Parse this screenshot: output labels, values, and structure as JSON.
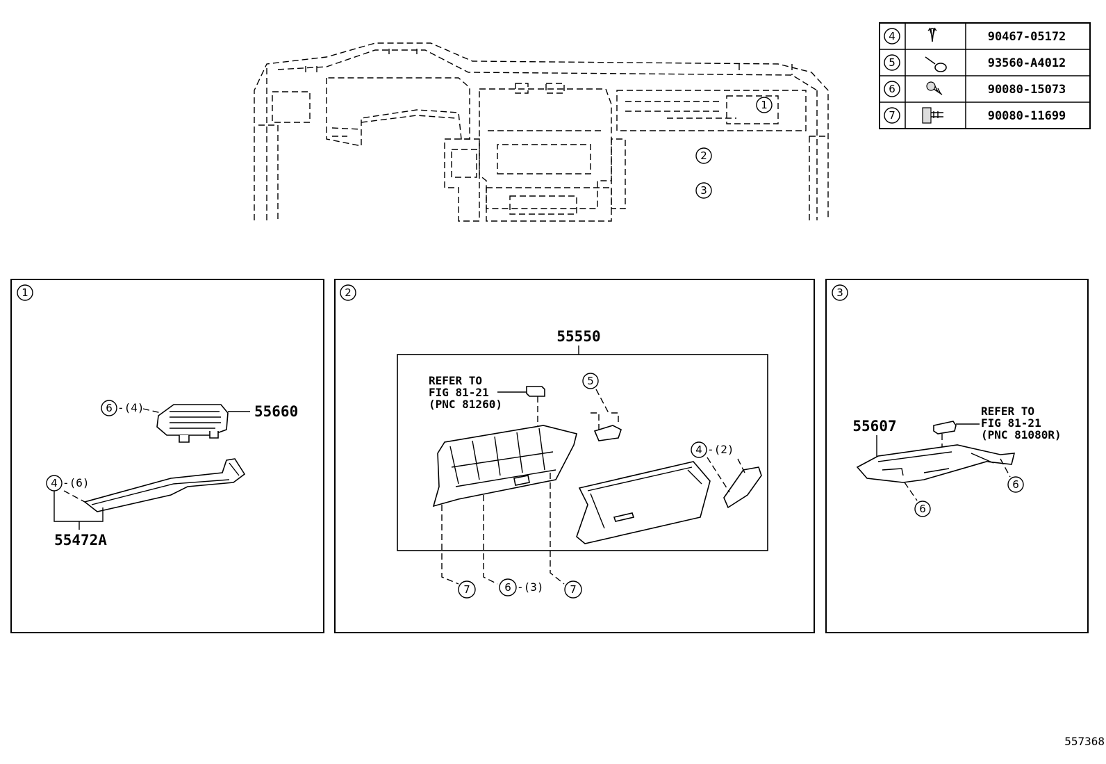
{
  "diagram_id": "557368",
  "legend": [
    {
      "ref": "4",
      "part_no": "90467-05172",
      "icon": "clip-icon"
    },
    {
      "ref": "5",
      "part_no": "93560-A4012",
      "icon": "pin-icon"
    },
    {
      "ref": "6",
      "part_no": "90080-15073",
      "icon": "screw-icon"
    },
    {
      "ref": "7",
      "part_no": "90080-11699",
      "icon": "bolt-icon"
    }
  ],
  "overview": {
    "callouts": [
      "1",
      "2",
      "3"
    ]
  },
  "panels": {
    "panel1": {
      "ref": "1",
      "parts": {
        "vent": "55660",
        "trim": "55472A"
      },
      "callouts": {
        "a_ref": "6",
        "a_qty": "-(4)",
        "b_ref": "4",
        "b_qty": "-(6)"
      }
    },
    "panel2": {
      "ref": "2",
      "assembly": "55550",
      "note": [
        "REFER TO",
        "FIG 81-21",
        "(PNC 81260)"
      ],
      "callouts": {
        "c5": "5",
        "c4": "4",
        "c4_qty": "-(2)",
        "c7a": "7",
        "c6": "6",
        "c6_qty": "-(3)",
        "c7b": "7"
      }
    },
    "panel3": {
      "ref": "3",
      "part": "55607",
      "note": [
        "REFER TO",
        "FIG 81-21",
        "(PNC 81080R)"
      ],
      "callouts": {
        "c6a": "6",
        "c6b": "6"
      }
    }
  }
}
